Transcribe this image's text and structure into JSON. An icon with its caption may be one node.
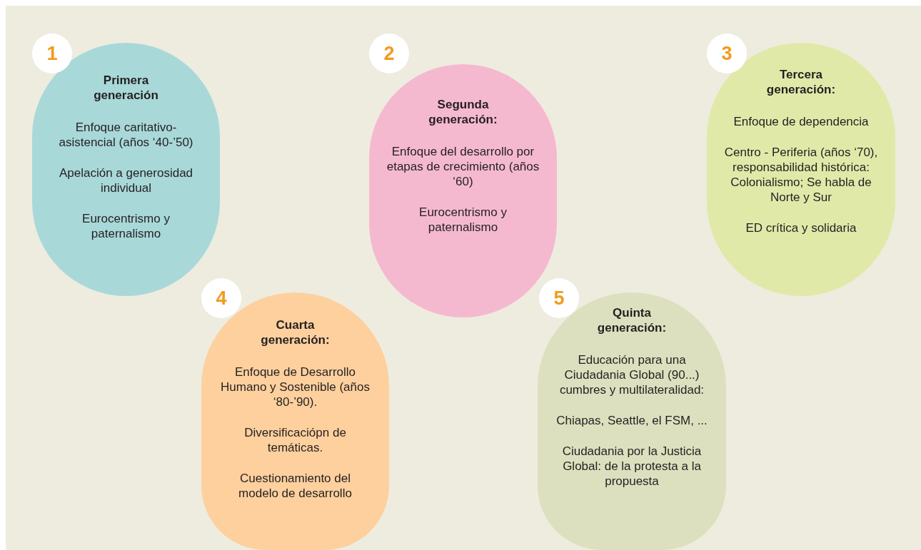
{
  "diagram": {
    "nodes": [
      {
        "text": [
          "1"
        ]
      },
      {
        "text": [
          "Primera generación",
          "Enfoque caritativo-asistencial (años ‘40-’50)",
          "Apelación a generosidad individual",
          "Eurocentrismo y paternalismo"
        ]
      },
      {
        "text": [
          "2"
        ]
      },
      {
        "text": [
          "Segunda generación:",
          "Enfoque del desarrollo por etapas de crecimiento (años ‘60)",
          "Eurocentrismo y paternalismo"
        ]
      },
      {
        "text": [
          "3"
        ]
      },
      {
        "text": [
          "Tercera generación:",
          "Enfoque de dependencia",
          "Centro - Periferia (años ‘70), responsabilidad histórica: Colonialismo; Se habla de Norte y Sur",
          "ED crítica y solidaria"
        ]
      },
      {
        "text": [
          "4"
        ]
      },
      {
        "text": [
          "Cuarta generación:",
          "Enfoque de Desarrollo Humano y Sostenible (años ‘80-’90).",
          "Diversificaciópn de temáticas.",
          "Cuestionamiento del modelo de desarrollo"
        ]
      },
      {
        "text": [
          "5"
        ]
      },
      {
        "text": [
          "Quinta generación:",
          "Educación para una Ciudadania Global (90...) cumbres y multilateralidad:",
          "Chiapas, Seattle, el FSM, ...",
          "Ciudadania por la Justicia Global: de la protesta a la propuesta"
        ]
      }
    ]
  }
}
